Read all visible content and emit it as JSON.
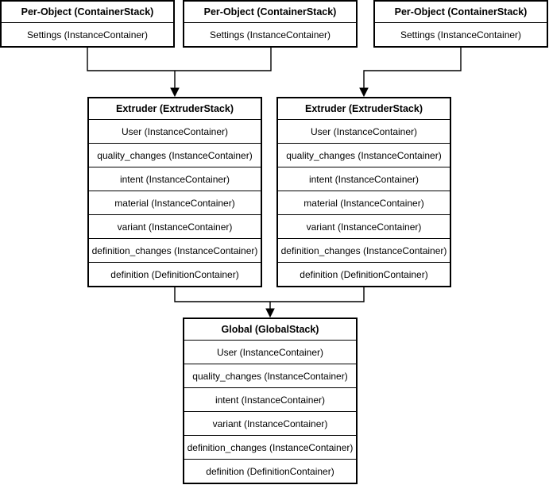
{
  "diagram": {
    "colors": {
      "background": "#ffffff",
      "border": "#000000",
      "text": "#000000",
      "connector": "#000000"
    },
    "per_object_stacks": [
      {
        "title": "Per-Object (ContainerStack)",
        "rows": [
          "Settings (InstanceContainer)"
        ]
      },
      {
        "title": "Per-Object (ContainerStack)",
        "rows": [
          "Settings (InstanceContainer)"
        ]
      },
      {
        "title": "Per-Object (ContainerStack)",
        "rows": [
          "Settings (InstanceContainer)"
        ]
      }
    ],
    "extruder_stacks": [
      {
        "title": "Extruder (ExtruderStack)",
        "rows": [
          "User (InstanceContainer)",
          "quality_changes (InstanceContainer)",
          "intent (InstanceContainer)",
          "material (InstanceContainer)",
          "variant (InstanceContainer)",
          "definition_changes (InstanceContainer)",
          "definition (DefinitionContainer)"
        ]
      },
      {
        "title": "Extruder (ExtruderStack)",
        "rows": [
          "User (InstanceContainer)",
          "quality_changes (InstanceContainer)",
          "intent (InstanceContainer)",
          "material (InstanceContainer)",
          "variant (InstanceContainer)",
          "definition_changes (InstanceContainer)",
          "definition (DefinitionContainer)"
        ]
      }
    ],
    "global_stack": {
      "title": "Global (GlobalStack)",
      "rows": [
        "User (InstanceContainer)",
        "quality_changes (InstanceContainer)",
        "intent (InstanceContainer)",
        "variant (InstanceContainer)",
        "definition_changes (InstanceContainer)",
        "definition (DefinitionContainer)"
      ]
    }
  }
}
